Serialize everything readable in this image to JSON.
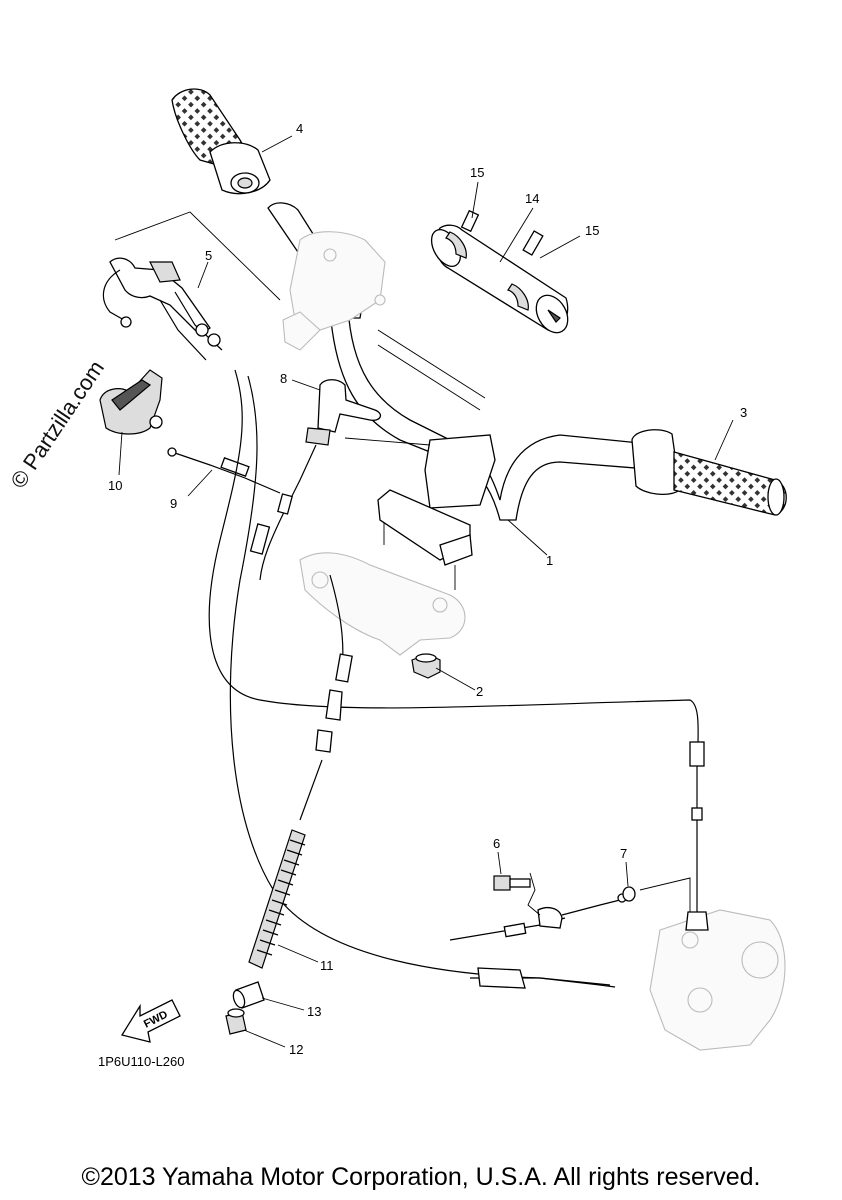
{
  "diagram": {
    "watermark": "© Partzilla.com",
    "drawing_code": "1P6U110-L260",
    "direction_label": "FWD",
    "copyright": "©2013 Yamaha Motor Corporation, U.S.A. All rights reserved.",
    "callouts": [
      {
        "id": "1",
        "text": "1"
      },
      {
        "id": "2",
        "text": "2"
      },
      {
        "id": "3",
        "text": "3"
      },
      {
        "id": "4",
        "text": "4"
      },
      {
        "id": "5",
        "text": "5"
      },
      {
        "id": "6",
        "text": "6"
      },
      {
        "id": "7",
        "text": "7"
      },
      {
        "id": "8",
        "text": "8"
      },
      {
        "id": "9",
        "text": "9"
      },
      {
        "id": "10",
        "text": "10"
      },
      {
        "id": "11",
        "text": "11"
      },
      {
        "id": "12",
        "text": "12"
      },
      {
        "id": "13",
        "text": "13"
      },
      {
        "id": "14",
        "text": "14"
      },
      {
        "id": "15a",
        "text": "15"
      },
      {
        "id": "15b",
        "text": "15"
      }
    ]
  }
}
